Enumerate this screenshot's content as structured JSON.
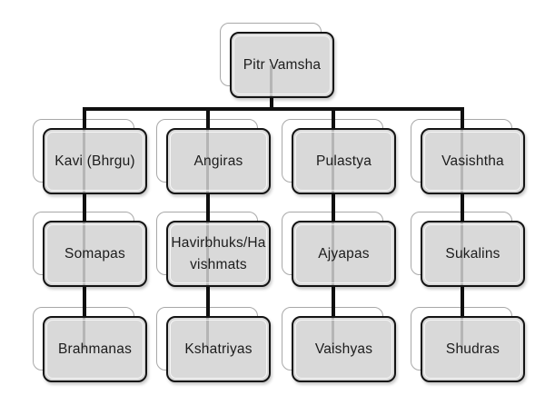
{
  "diagram": {
    "type": "hierarchy-org-chart",
    "title": "Pitr Vamsha",
    "nodes": [
      {
        "id": "pitr-vamsha",
        "label": "Pitr Vamsha",
        "level": 0,
        "parent": null
      },
      {
        "id": "kavi-bhrgu",
        "label": "Kavi (Bhrgu)",
        "level": 1,
        "parent": "pitr-vamsha"
      },
      {
        "id": "angiras",
        "label": "Angiras",
        "level": 1,
        "parent": "pitr-vamsha"
      },
      {
        "id": "pulastya",
        "label": "Pulastya",
        "level": 1,
        "parent": "pitr-vamsha"
      },
      {
        "id": "vasishtha",
        "label": "Vasishtha",
        "level": 1,
        "parent": "pitr-vamsha"
      },
      {
        "id": "somapas",
        "label": "Somapas",
        "level": 2,
        "parent": "kavi-bhrgu"
      },
      {
        "id": "havirbhuks-havishmats",
        "label": "Havirbhuks/Havishmats",
        "level": 2,
        "parent": "angiras"
      },
      {
        "id": "ajyapas",
        "label": "Ajyapas",
        "level": 2,
        "parent": "pulastya"
      },
      {
        "id": "sukalins",
        "label": "Sukalins",
        "level": 2,
        "parent": "vasishtha"
      },
      {
        "id": "brahmanas",
        "label": "Brahmanas",
        "level": 3,
        "parent": "somapas"
      },
      {
        "id": "kshatriyas",
        "label": "Kshatriyas",
        "level": 3,
        "parent": "havirbhuks-havishmats"
      },
      {
        "id": "vaishyas",
        "label": "Vaishyas",
        "level": 3,
        "parent": "ajyapas"
      },
      {
        "id": "shudras",
        "label": "Shudras",
        "level": 3,
        "parent": "sukalins"
      }
    ],
    "colors": {
      "card_fill": "#d9d9d9",
      "card_border": "#141414",
      "back_card_fill": "#ffffff",
      "back_card_border": "#a8a8a8",
      "connector": "#101010",
      "text": "#1c1c1c",
      "background": "#ffffff"
    }
  }
}
